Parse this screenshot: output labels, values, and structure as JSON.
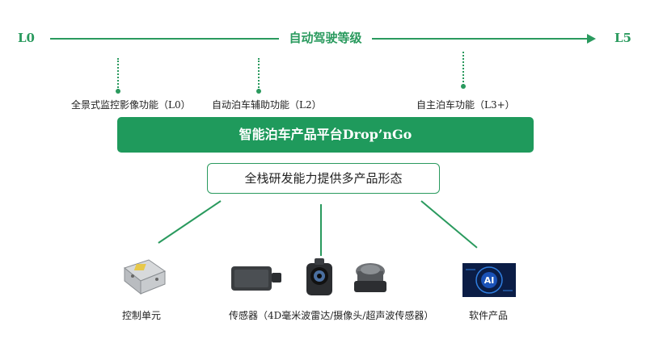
{
  "axis": {
    "start_label": "L0",
    "end_label": "L5",
    "title": "自动驾驶等级",
    "color": "#2a9a5e"
  },
  "functions": [
    {
      "label": "全景式监控影像功能（L0）"
    },
    {
      "label": "自动泊车辅助功能（L2）"
    },
    {
      "label": "自主泊车功能（L3+）"
    }
  ],
  "platform": {
    "label": "智能泊车产品平台Drop’nGo",
    "color": "#1f9a5c"
  },
  "capability": {
    "label": "全栈研发能力提供多产品形态"
  },
  "products": [
    {
      "label": "控制单元",
      "icon": "control-unit-icon"
    },
    {
      "label": "传感器（4D毫米波雷达/摄像头/超声波传感器）",
      "icon": "sensors-icon"
    },
    {
      "label": "软件产品",
      "icon": "ai-software-icon"
    }
  ]
}
